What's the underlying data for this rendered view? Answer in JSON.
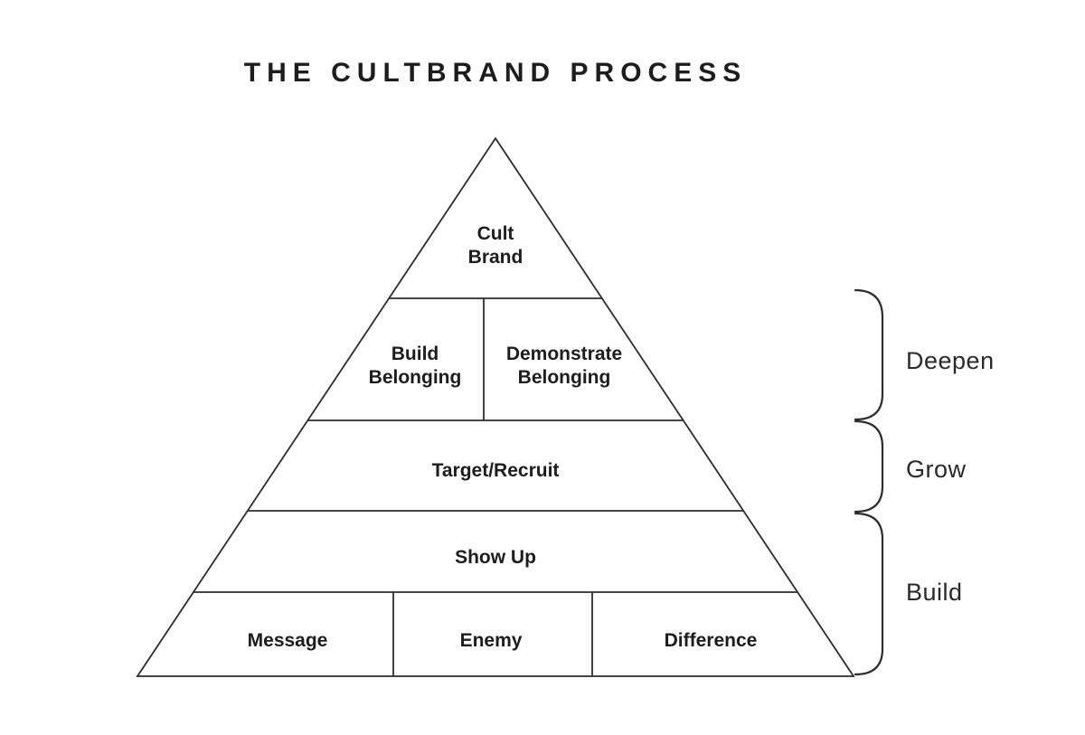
{
  "title": "THE CULTBRAND PROCESS",
  "pyramid": {
    "tiers": [
      {
        "name": "cult-brand",
        "cells": [
          {
            "lines": [
              "Cult",
              "Brand"
            ]
          }
        ]
      },
      {
        "name": "belonging",
        "cells": [
          {
            "lines": [
              "Build",
              "Belonging"
            ]
          },
          {
            "lines": [
              "Demonstrate",
              "Belonging"
            ]
          }
        ]
      },
      {
        "name": "target-recruit",
        "cells": [
          {
            "lines": [
              "Target/Recruit"
            ]
          }
        ]
      },
      {
        "name": "show-up",
        "cells": [
          {
            "lines": [
              "Show Up"
            ]
          }
        ]
      },
      {
        "name": "foundation",
        "cells": [
          {
            "lines": [
              "Message"
            ]
          },
          {
            "lines": [
              "Enemy"
            ]
          },
          {
            "lines": [
              "Difference"
            ]
          }
        ]
      }
    ]
  },
  "brackets": [
    {
      "name": "deepen",
      "label": "Deepen"
    },
    {
      "name": "grow",
      "label": "Grow"
    },
    {
      "name": "build",
      "label": "Build"
    }
  ],
  "colors": {
    "line": "#2d2d2d",
    "text": "#1d1d1d",
    "background": "#fefefe"
  }
}
